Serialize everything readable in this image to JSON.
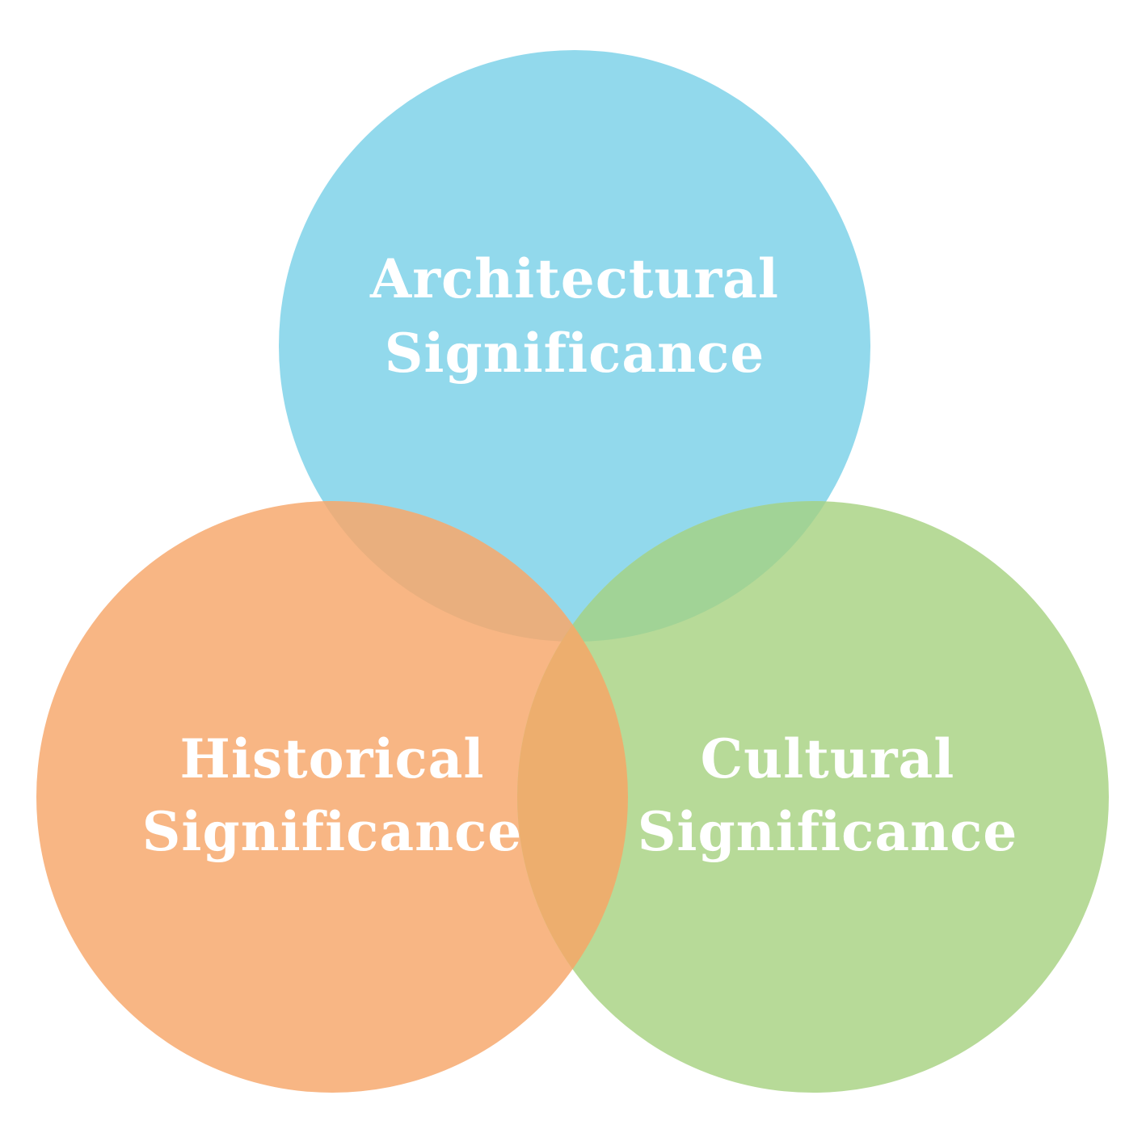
{
  "diagram": {
    "type": "venn",
    "sets": [
      {
        "id": "architectural",
        "line1": "Architectural",
        "line2": "Significance",
        "color": "#92D9EC"
      },
      {
        "id": "historical",
        "line1": "Historical",
        "line2": "Significance",
        "color": "#F8B684"
      },
      {
        "id": "cultural",
        "line1": "Cultural",
        "line2": "Significance",
        "color": "#B7DA98"
      }
    ],
    "overlap_colors": {
      "architectural_historical": "#E9AF7E",
      "architectural_cultural": "#A1D396",
      "historical_cultural": "#EDAE6E"
    }
  }
}
